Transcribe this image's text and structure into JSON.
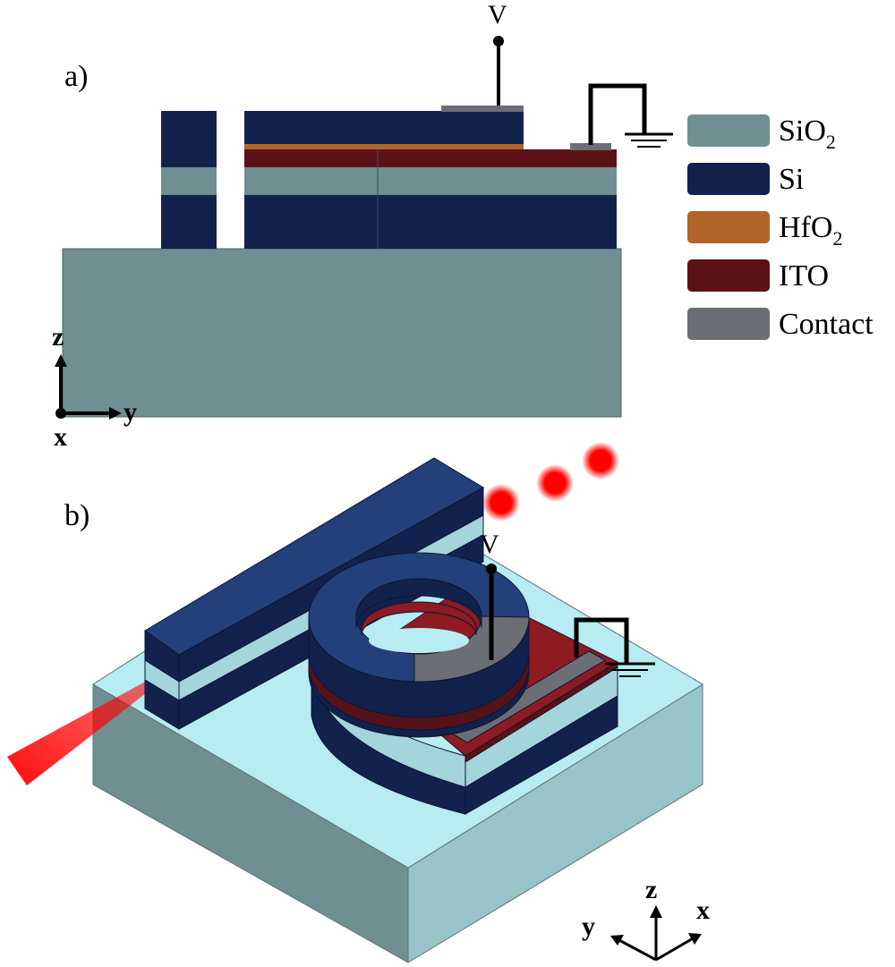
{
  "panel_a": {
    "label": "a)",
    "voltage_label": "V",
    "axes": {
      "z": "z",
      "y": "y",
      "x": "x"
    }
  },
  "panel_b": {
    "label": "b)",
    "voltage_label": "V",
    "axes": {
      "z": "z",
      "y": "y",
      "x": "x"
    }
  },
  "legend": [
    {
      "key": "sio2",
      "text": "SiO",
      "sub": "2",
      "color": "#6f8f92"
    },
    {
      "key": "si",
      "text": "Si",
      "sub": "",
      "color": "#13214d"
    },
    {
      "key": "hfo2",
      "text": "HfO",
      "sub": "2",
      "color": "#b0652a"
    },
    {
      "key": "ito",
      "text": "ITO",
      "sub": "",
      "color": "#5c1215"
    },
    {
      "key": "contact",
      "text": "Contact",
      "sub": "",
      "color": "#6b6e74"
    }
  ],
  "colors": {
    "sio2": "#6f8f92",
    "sio2_3d_top": "#b7ecf2",
    "sio2_3d_front": "#98c4c9",
    "sio2_3d_side": "#6f8f92",
    "si": "#13214d",
    "si_top": "#24407a",
    "ito": "#5c1215",
    "ito_3d": "#8e1a22",
    "hfo2": "#b0652a",
    "contact": "#6b6e74",
    "light": "#ff0000"
  }
}
